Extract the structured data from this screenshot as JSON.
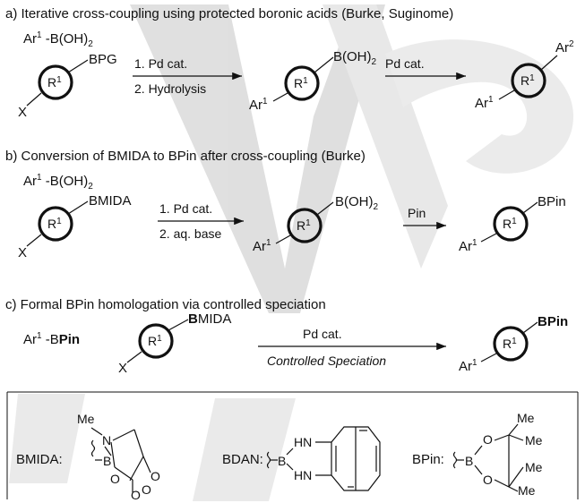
{
  "colors": {
    "watermark": "#d9d9d9",
    "ink": "#111111",
    "background": "#ffffff"
  },
  "ring_label": "R",
  "ring_label_sup": "1",
  "x_label": "X",
  "ar_label": "Ar",
  "sup1": "1",
  "sup2": "2",
  "panel_a": {
    "heading": "a) Iterative cross-coupling using protected boronic acids (Burke, Suginome)",
    "reagent_prefix": "Ar",
    "reagent_suffix": " -B(OH)",
    "reagent_sub": "2",
    "group": "BPG",
    "step1": "1. Pd cat.",
    "step2": "2. Hydrolysis",
    "product_group": "B(OH)",
    "product_sub": "2",
    "step3": "Pd cat."
  },
  "panel_b": {
    "heading": "b) Conversion of BMIDA to BPin after cross-coupling (Burke)",
    "reagent_prefix": "Ar",
    "reagent_suffix": " -B(OH)",
    "reagent_sub": "2",
    "group": "BMIDA",
    "step1": "1. Pd cat.",
    "step2": "2. aq. base",
    "product_group": "B(OH)",
    "product_sub": "2",
    "step3": "Pin",
    "final_group": "BPin"
  },
  "panel_c": {
    "heading": "c) Formal BPin homologation via controlled speciation",
    "reagent_prefix": "Ar",
    "reagent_mid": " -B",
    "reagent_bold": "Pin",
    "group_bold": "B",
    "group_rest": "MIDA",
    "above_arrow": "Pd cat.",
    "below_arrow": "Controlled Speciation",
    "final_group": "BPin"
  },
  "legend": {
    "bmida_label": "BMIDA:",
    "bdan_label": "BDAN:",
    "bpin_label": "BPin:",
    "me": "Me",
    "n": "N",
    "b": "B",
    "o": "O",
    "hn": "HN"
  }
}
